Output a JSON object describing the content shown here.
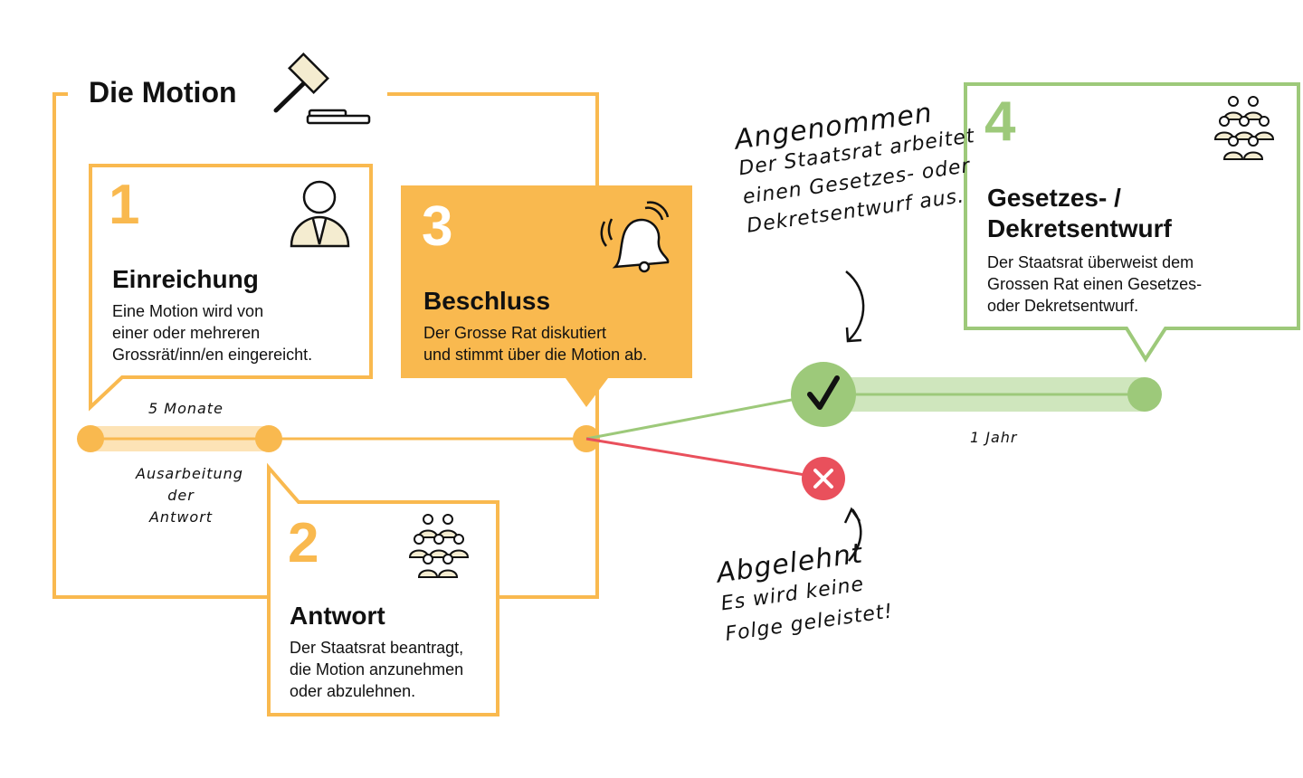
{
  "title": "Die Motion",
  "colors": {
    "orange": "#f9b94f",
    "green": "#9dc97a",
    "light_green": "#cfe6bd",
    "red": "#e9505c"
  },
  "steps": [
    {
      "number": "1",
      "heading": "Einreichung",
      "text": [
        "Eine Motion wird von",
        "einer oder mehreren",
        "Grossrät/inn/en eingereicht."
      ],
      "icon": "person-icon"
    },
    {
      "number": "2",
      "heading": "Antwort",
      "text": [
        "Der Staatsrat beantragt,",
        "die Motion anzunehmen",
        "oder abzulehnen."
      ],
      "icon": "group-icon"
    },
    {
      "number": "3",
      "heading": "Beschluss",
      "text": [
        "Der Grosse Rat diskutiert",
        "und stimmt über die Motion ab."
      ],
      "icon": "bell-icon"
    },
    {
      "number": "4",
      "heading": [
        "Gesetzes- /",
        "Dekretsentwurf"
      ],
      "text": [
        "Der Staatsrat überweist dem",
        "Grossen Rat einen Gesetzes-",
        "oder Dekretsentwurf."
      ],
      "icon": "group-icon"
    }
  ],
  "timeline": {
    "duration_1": "5 Monate",
    "phase_1": [
      "Ausarbeitung",
      "der Antwort"
    ],
    "duration_2": "1 Jahr"
  },
  "accepted": {
    "title": "Angenommen",
    "text": [
      "Der Staatsrat arbeitet",
      "einen Gesetzes- oder",
      "Dekretsentwurf aus."
    ]
  },
  "rejected": {
    "title": "Abgelehnt",
    "text": [
      "Es wird keine",
      "Folge geleistet!"
    ]
  }
}
